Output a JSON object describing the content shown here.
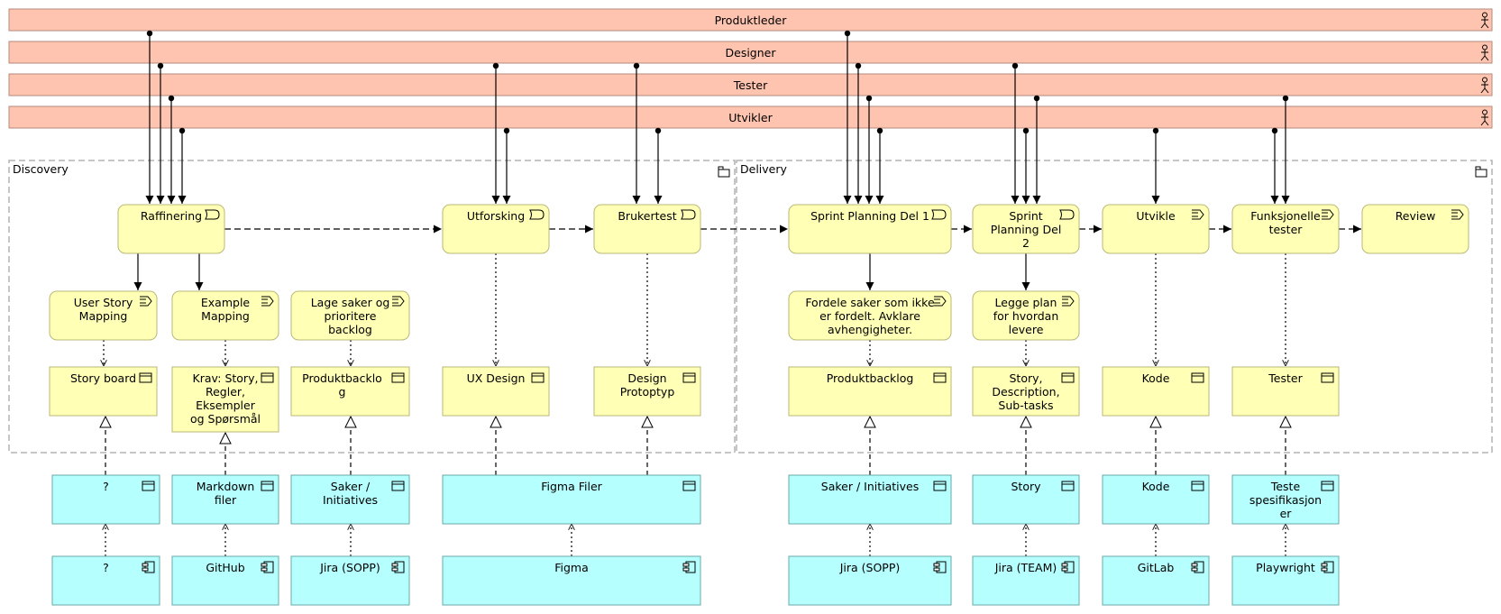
{
  "colors": {
    "actor_fill": "#ffc4b0",
    "actor_stroke": "#b58a7c",
    "business_fill": "#ffffb5",
    "business_stroke": "#b8b878",
    "app_fill": "#b5ffff",
    "app_stroke": "#6aa8a8",
    "group_stroke": "#b3b3b3"
  },
  "actors": {
    "produktleder": "Produktleder",
    "designer": "Designer",
    "tester": "Tester",
    "utvikler": "Utvikler"
  },
  "groups": {
    "discovery": "Discovery",
    "delivery": "Delivery"
  },
  "processes": {
    "raffinering": "Raffinering",
    "utforsking": "Utforsking",
    "brukertest": "Brukertest",
    "sprint1": "Sprint Planning Del 1",
    "sprint2": "Sprint\nPlanning Del\n2",
    "utvikle": "Utvikle",
    "funksjonelle": "Funksjonelle\ntester",
    "review": "Review"
  },
  "subprocesses": {
    "usm": "User Story\nMapping",
    "example": "Example\nMapping",
    "lage": "Lage saker og\nprioritere\nbacklog",
    "fordele": "Fordele saker som ikke\ner fordelt. Avklare\navhengigheter.",
    "legge": "Legge plan\nfor hvordan\nlevere"
  },
  "objects": {
    "storyboard": "Story board",
    "krav": "Krav: Story,\nRegler,\nEksempler\nog Spørsmål",
    "produktbacklog1": "Produktbacklo\ng",
    "uxdesign": "UX Design",
    "designproto": "Design\nProtoptyp",
    "produktbacklog2": "Produktbacklog",
    "story_desc": "Story,\nDescription,\nSub-tasks",
    "kode1": "Kode",
    "tester_obj": "Tester"
  },
  "data_objects": {
    "q1": "?",
    "markdown": "Markdown\nfiler",
    "saker1": "Saker /\nInitiatives",
    "figmafiler": "Figma Filer",
    "saker2": "Saker / Initiatives",
    "story": "Story",
    "kode2": "Kode",
    "teste": "Teste\nspesifikasjon\ner"
  },
  "components": {
    "q2": "?",
    "github": "GitHub",
    "jira1": "Jira (SOPP)",
    "figma": "Figma",
    "jira2": "Jira (SOPP)",
    "jira_team": "Jira (TEAM)",
    "gitlab": "GitLab",
    "playwright": "Playwright"
  }
}
